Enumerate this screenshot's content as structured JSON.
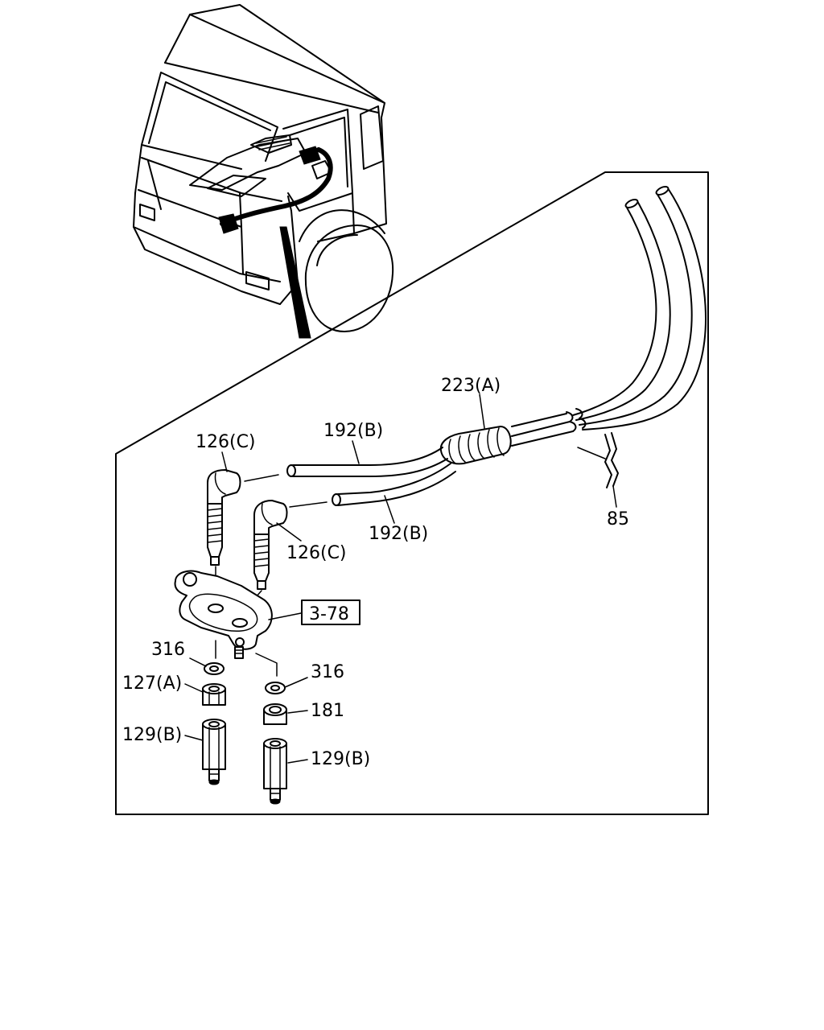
{
  "diagram": {
    "callouts": {
      "hose_bundle": "223(A)",
      "hose_upper": "192(B)",
      "hose_lower": "192(B)",
      "nozzle_left": "126(C)",
      "nozzle_right": "126(C)",
      "clip": "85",
      "ref_box": "3-78",
      "washer_left": "316",
      "washer_right": "316",
      "nut_left": "127(A)",
      "nut_right": "181",
      "spacer_left": "129(B)",
      "spacer_right": "129(B)"
    }
  }
}
